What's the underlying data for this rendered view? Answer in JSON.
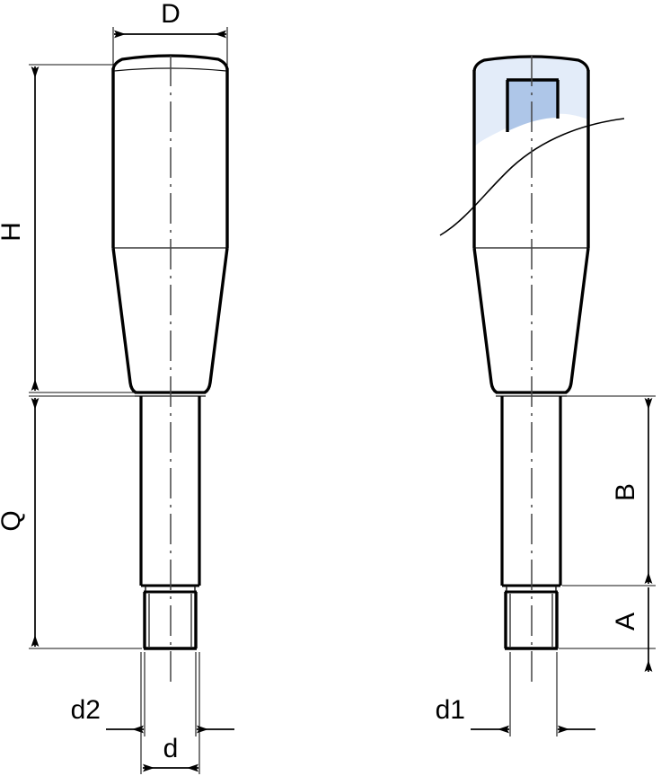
{
  "drawing": {
    "type": "engineering-dimension-drawing",
    "subject": "revolving-handle-with-threaded-stud",
    "views": [
      {
        "name": "front-view-outline",
        "position": "left"
      },
      {
        "name": "sectioned-view-cutaway",
        "position": "right"
      }
    ],
    "colors": {
      "line": "#000000",
      "thin_line": "#1a1a1a",
      "handle_section_fill": "#e3ecf9",
      "bore_section_fill": "#aec6e8",
      "background": "#ffffff"
    }
  },
  "dimensions": {
    "D": {
      "label": "D",
      "orientation": "horizontal",
      "view": "left",
      "measures": "handle-outer-diameter"
    },
    "H": {
      "label": "H",
      "orientation": "vertical",
      "view": "left",
      "measures": "handle-overall-height"
    },
    "Q": {
      "label": "Q",
      "orientation": "vertical",
      "view": "left",
      "measures": "stud-length-below-handle"
    },
    "d": {
      "label": "d",
      "orientation": "horizontal",
      "view": "left",
      "measures": "shaft-diameter"
    },
    "d2": {
      "label": "d2",
      "orientation": "horizontal",
      "view": "left",
      "measures": "thread-minor-diameter"
    },
    "B": {
      "label": "B",
      "orientation": "vertical",
      "view": "right",
      "measures": "plain-shank-length"
    },
    "A": {
      "label": "A",
      "orientation": "vertical",
      "view": "right",
      "measures": "threaded-length"
    },
    "d1": {
      "label": "d1",
      "orientation": "horizontal",
      "view": "right",
      "measures": "thread-diameter"
    }
  },
  "labels": {
    "D": "D",
    "H": "H",
    "Q": "Q",
    "d": "d",
    "d2": "d2",
    "B": "B",
    "A": "A",
    "d1": "d1"
  },
  "chart_data": {
    "type": "table",
    "title": "",
    "categories": [
      "D",
      "H",
      "Q",
      "d",
      "d2",
      "B",
      "A",
      "d1"
    ],
    "values": []
  }
}
